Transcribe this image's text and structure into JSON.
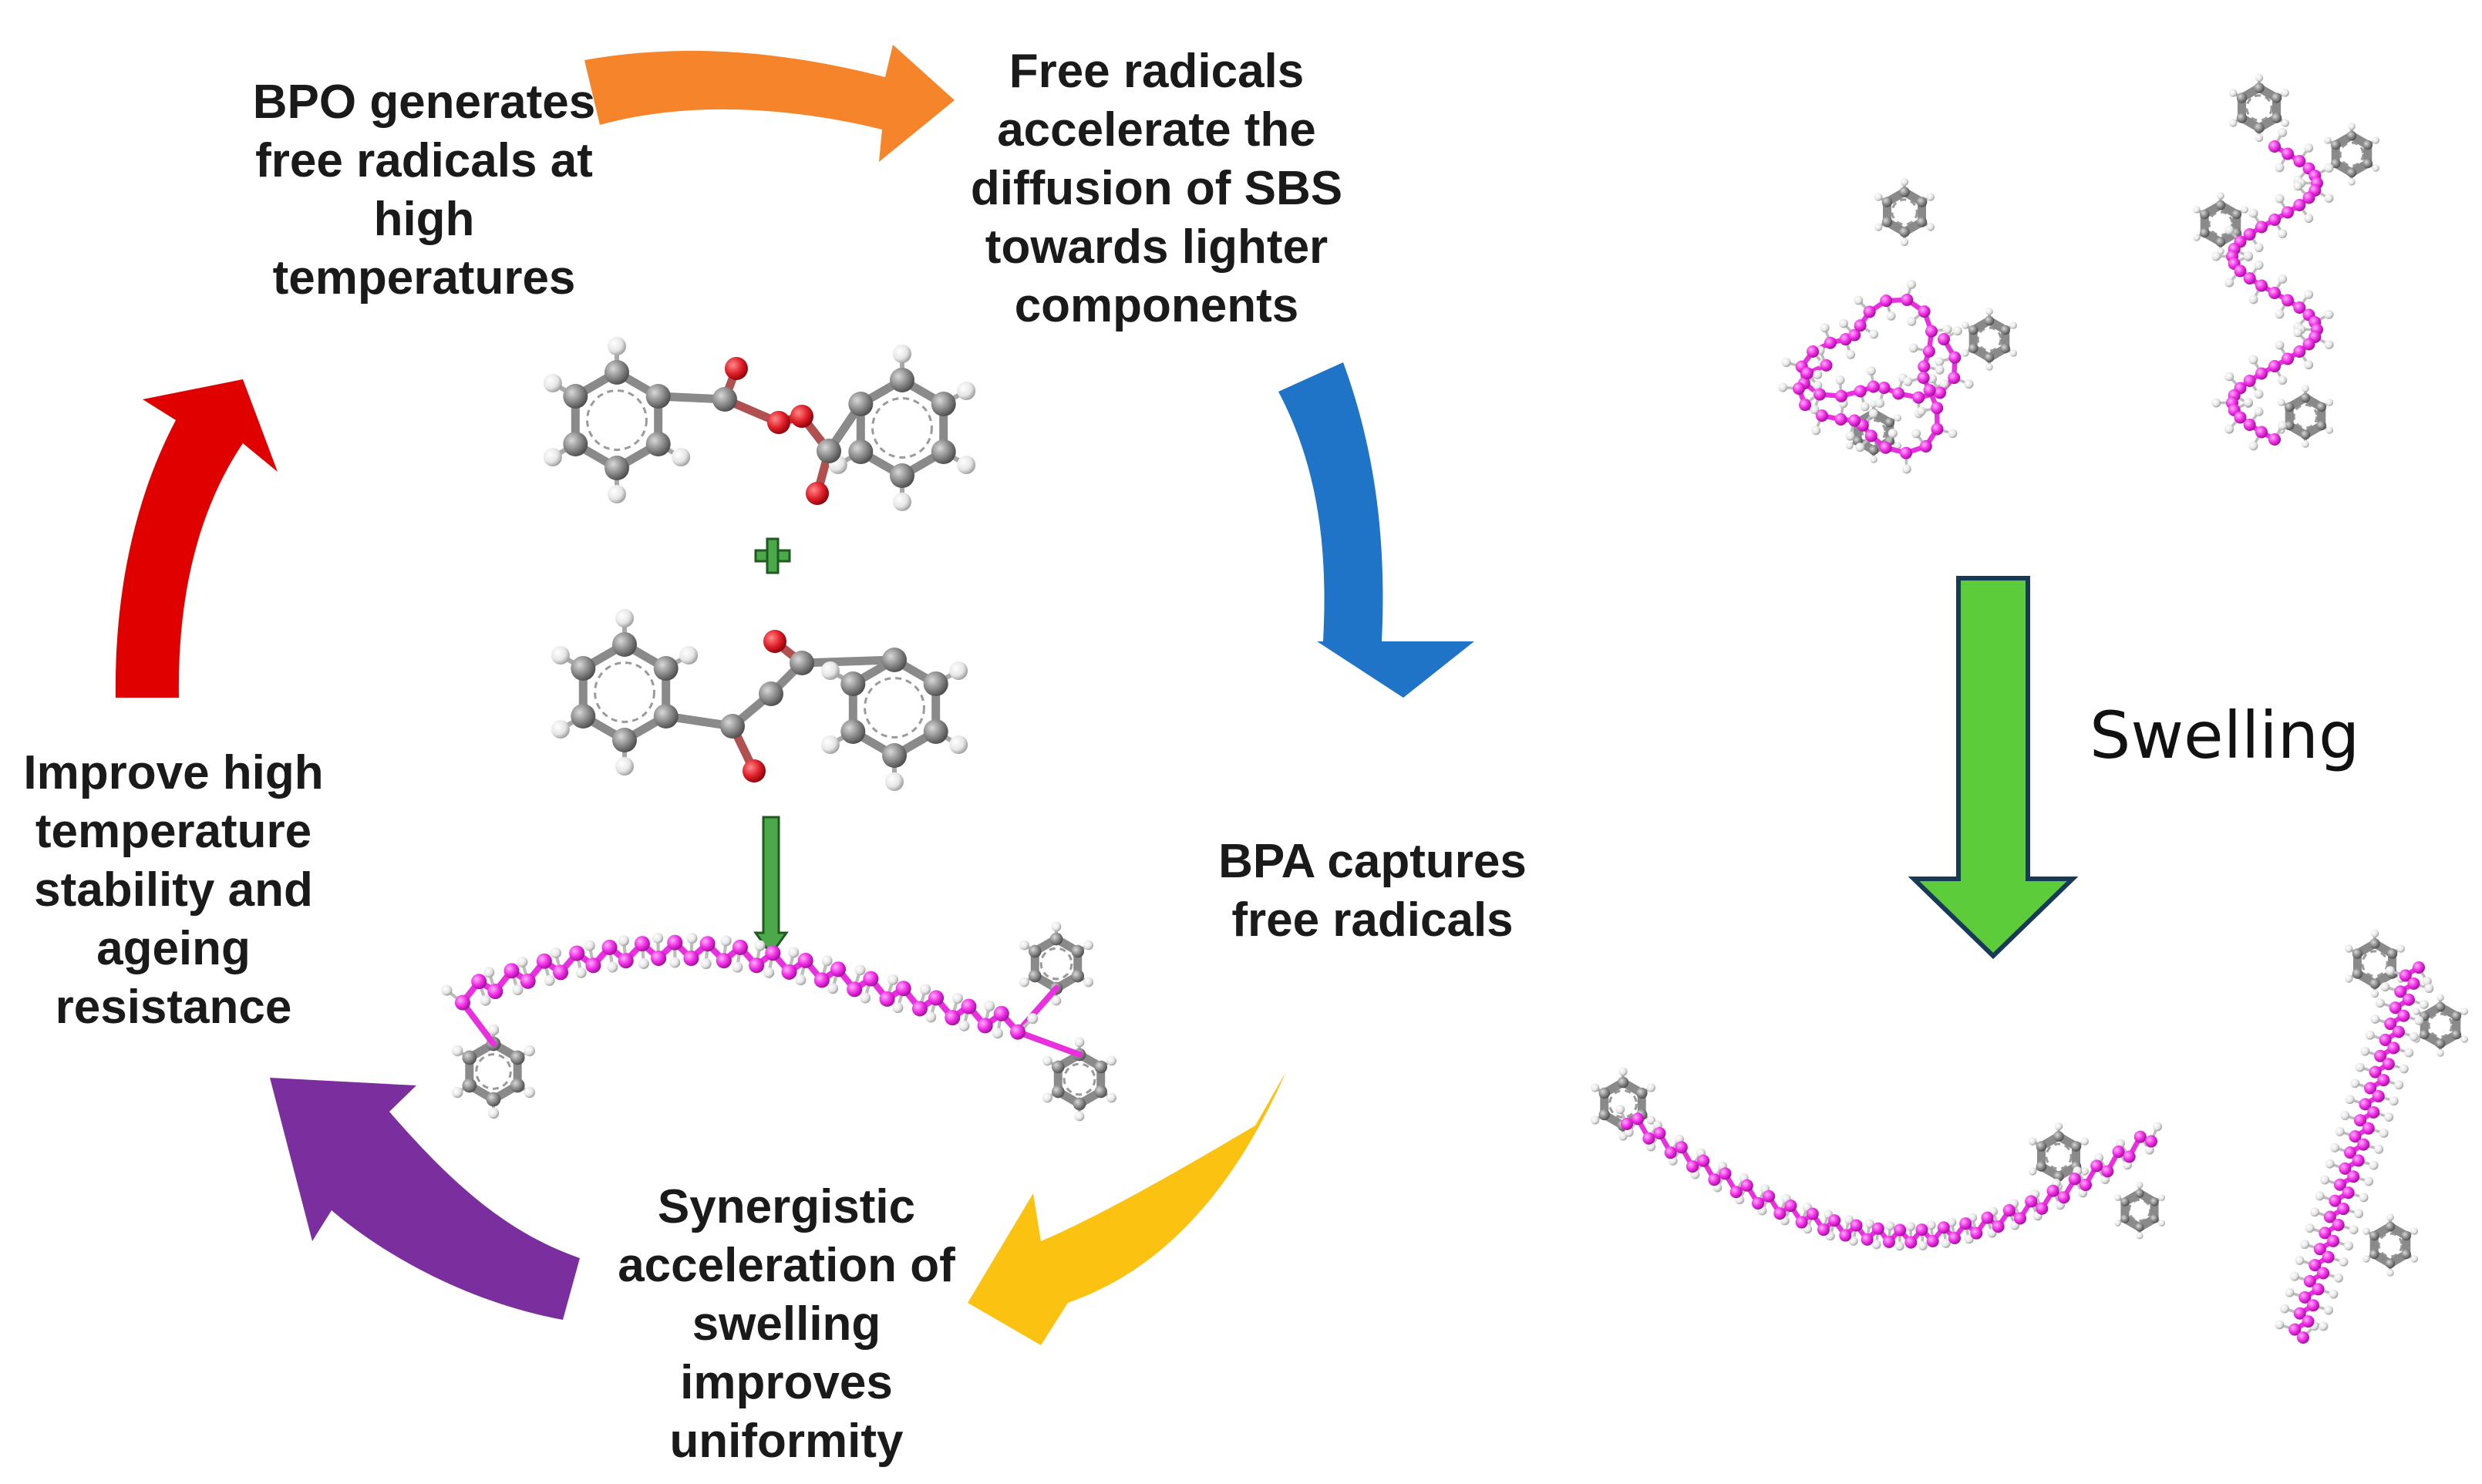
{
  "cycle": {
    "step_bpo": "BPO generates\nfree radicals at\nhigh\ntemperatures",
    "step_diffusion": "Free radicals\naccelerate the\ndiffusion of SBS\ntowards lighter\ncomponents",
    "step_bpa": "BPA captures\nfree radicals",
    "step_synergy": "Synergistic\nacceleration of\nswelling\nimproves\nuniformity",
    "step_improve": "Improve high\ntemperature\nstability and\nageing\nresistance"
  },
  "process": {
    "swelling_label": "Swelling"
  },
  "colors": {
    "arrow_orange": "#F5842B",
    "arrow_blue": "#1F74C8",
    "arrow_yellow": "#FBC211",
    "arrow_purple": "#7B2E9E",
    "arrow_red": "#E00000",
    "arrow_green": "#5DCC3A",
    "carbon": "#808080",
    "hydrogen": "#e0e0e0",
    "oxygen": "#E0202A",
    "chain": "#F02CE6",
    "plus": "#4BA84B"
  }
}
